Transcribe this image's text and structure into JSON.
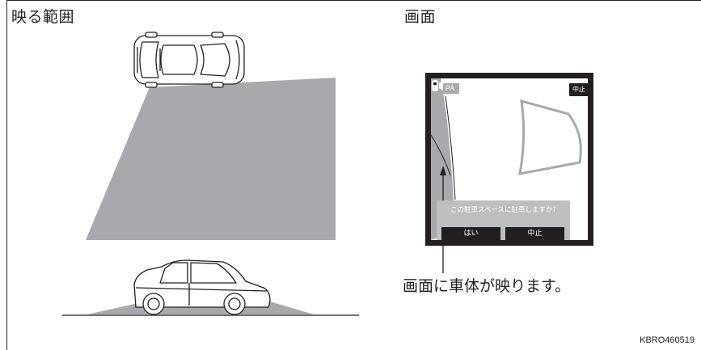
{
  "headings": {
    "left": "映る範囲",
    "right": "画面"
  },
  "screen": {
    "pa_badge": "PA",
    "stop_top": "中止",
    "dialog_message": "この駐車スペースに駐車しますか?",
    "yes_button": "はい",
    "stop_button": "中止"
  },
  "caption": "画面に車体が映ります。",
  "reference_code": "KBRO460519",
  "colors": {
    "line": "#231f20",
    "range_fill": "#a7a9ac",
    "panel_gray": "#bcbec0"
  }
}
